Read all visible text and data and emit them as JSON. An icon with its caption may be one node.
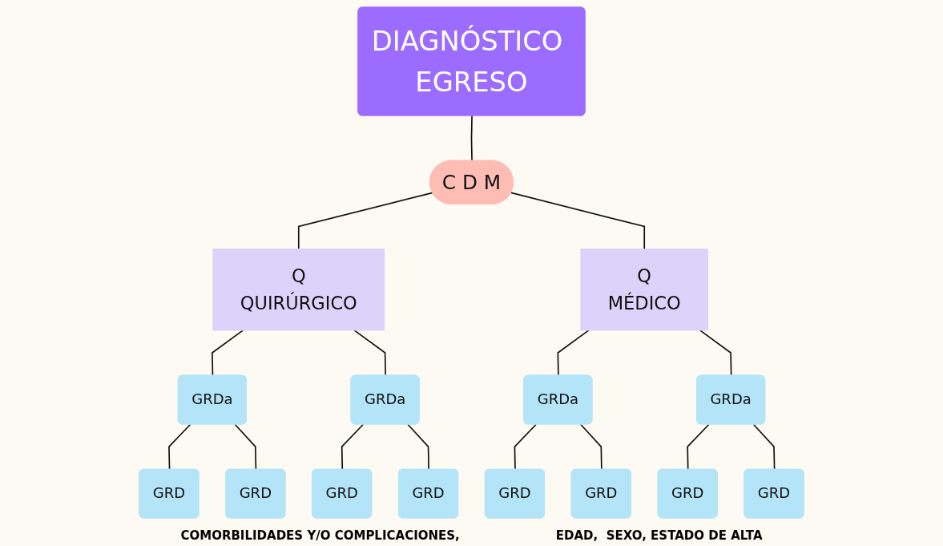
{
  "diagram": {
    "nodes": [
      {
        "text": [
          "DIAGNÓSTICO EGRESO"
        ]
      },
      {
        "text": [
          "C D M"
        ]
      },
      {
        "text": [
          "Q",
          "QUIRÚRGICO"
        ]
      },
      {
        "text": [
          "Q",
          "MÉDICO"
        ]
      },
      {
        "text": [
          "GRDa"
        ]
      },
      {
        "text": [
          "GRDa"
        ]
      },
      {
        "text": [
          "GRDa"
        ]
      },
      {
        "text": [
          "GRDa"
        ]
      },
      {
        "text": [
          "GRD"
        ]
      },
      {
        "text": [
          "GRD"
        ]
      },
      {
        "text": [
          "GRD"
        ]
      },
      {
        "text": [
          "GRD"
        ]
      },
      {
        "text": [
          "GRD"
        ]
      },
      {
        "text": [
          "GRD"
        ]
      },
      {
        "text": [
          "GRD"
        ]
      },
      {
        "text": [
          "GRD"
        ]
      }
    ],
    "edges": [
      {
        "from": 0,
        "to": 1,
        "arrow": "none"
      },
      {
        "from": 1,
        "to": 2,
        "arrow": "none"
      },
      {
        "from": 1,
        "to": 3,
        "arrow": "none"
      },
      {
        "from": 2,
        "to": 4,
        "arrow": "none"
      },
      {
        "from": 2,
        "to": 5,
        "arrow": "none"
      },
      {
        "from": 3,
        "to": 6,
        "arrow": "none"
      },
      {
        "from": 3,
        "to": 7,
        "arrow": "none"
      },
      {
        "from": 4,
        "to": 8,
        "arrow": "none"
      },
      {
        "from": 4,
        "to": 9,
        "arrow": "none"
      },
      {
        "from": 5,
        "to": 10,
        "arrow": "none"
      },
      {
        "from": 5,
        "to": 11,
        "arrow": "none"
      },
      {
        "from": 6,
        "to": 12,
        "arrow": "none"
      },
      {
        "from": 6,
        "to": 13,
        "arrow": "none"
      },
      {
        "from": 7,
        "to": 14,
        "arrow": "none"
      },
      {
        "from": 7,
        "to": 15,
        "arrow": "none"
      }
    ],
    "labels": [
      "COMORBILIDADES Y/O COMPLICACIONES,",
      "EDAD,  SEXO, ESTADO DE ALTA"
    ]
  }
}
